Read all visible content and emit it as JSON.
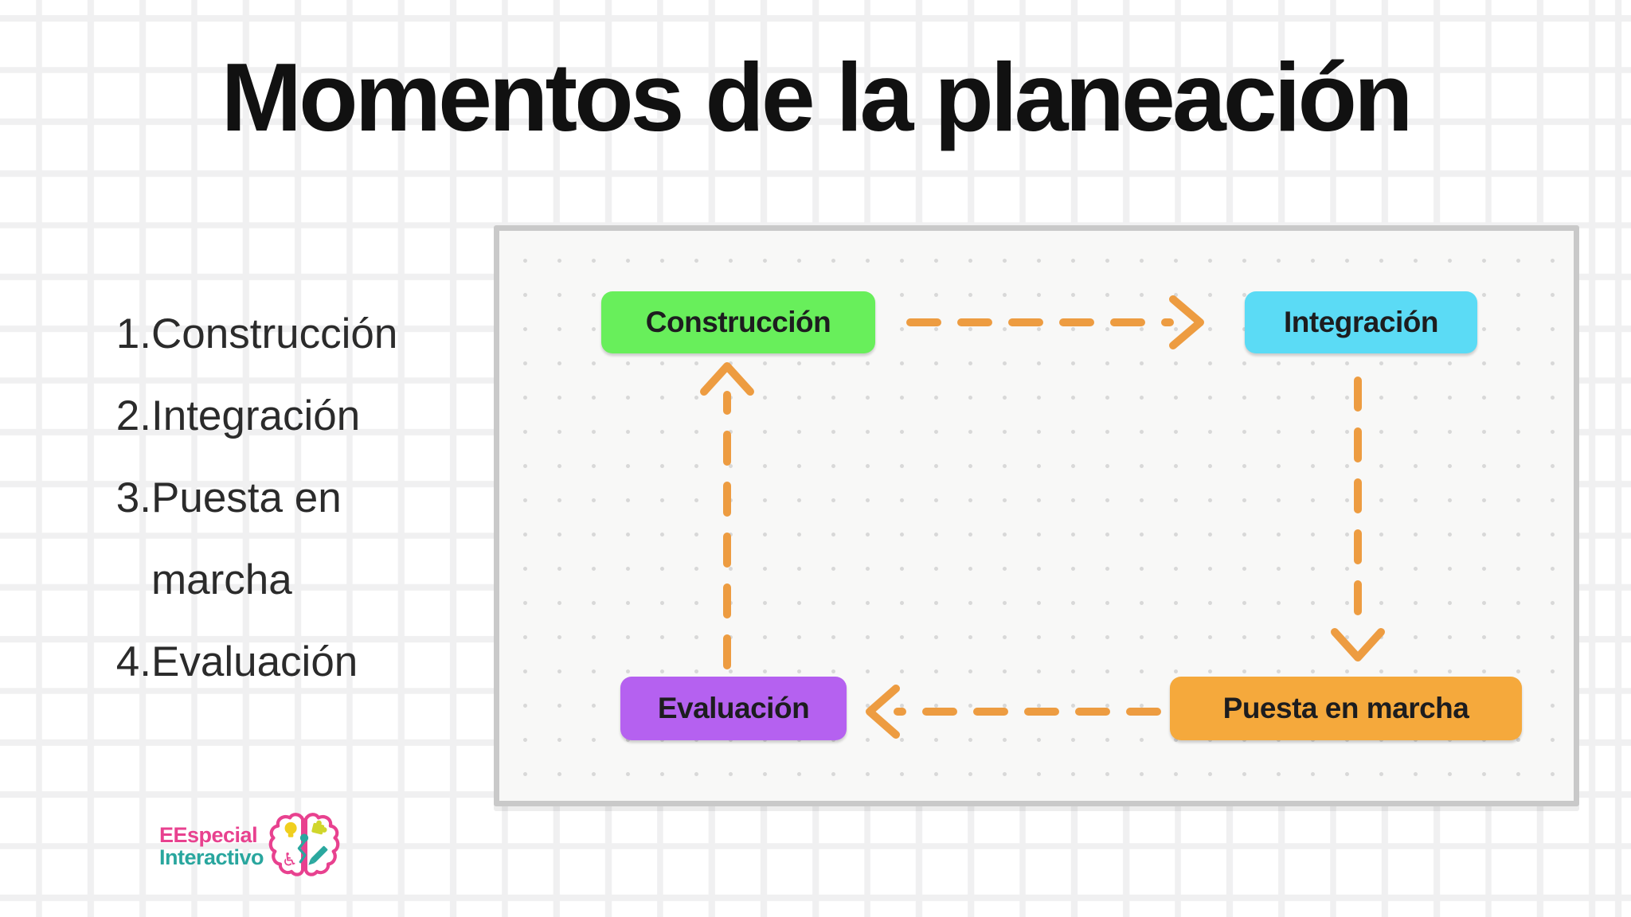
{
  "slide": {
    "title": "Momentos de la planeación"
  },
  "list": {
    "items": [
      {
        "number": "1.",
        "label": "Construcción"
      },
      {
        "number": "2.",
        "label": "Integración"
      },
      {
        "number": "3.",
        "label": "Puesta en marcha"
      },
      {
        "number": "4.",
        "label": "Evaluación"
      }
    ]
  },
  "diagram": {
    "arrow_color": "#ED9C41",
    "panel_border_color": "#c9c9c9",
    "nodes": [
      {
        "id": "construccion",
        "label": "Construcción",
        "color": "#68EF5B"
      },
      {
        "id": "integracion",
        "label": "Integración",
        "color": "#5BDBF5"
      },
      {
        "id": "puesta-en-marcha",
        "label": "Puesta en marcha",
        "color": "#F5A93C"
      },
      {
        "id": "evaluacion",
        "label": "Evaluación",
        "color": "#B561F0"
      }
    ],
    "flow": [
      "Construcción → Integración",
      "Integración → Puesta en marcha",
      "Puesta en marcha → Evaluación",
      "Evaluación → Construcción"
    ]
  },
  "logo": {
    "line1": "EEspecial",
    "line2": "Interactivo",
    "pink": "#E8418F",
    "teal": "#29A69E",
    "bulb_yellow": "#F0CF1E",
    "puzzle_green": "#D0D62B"
  }
}
